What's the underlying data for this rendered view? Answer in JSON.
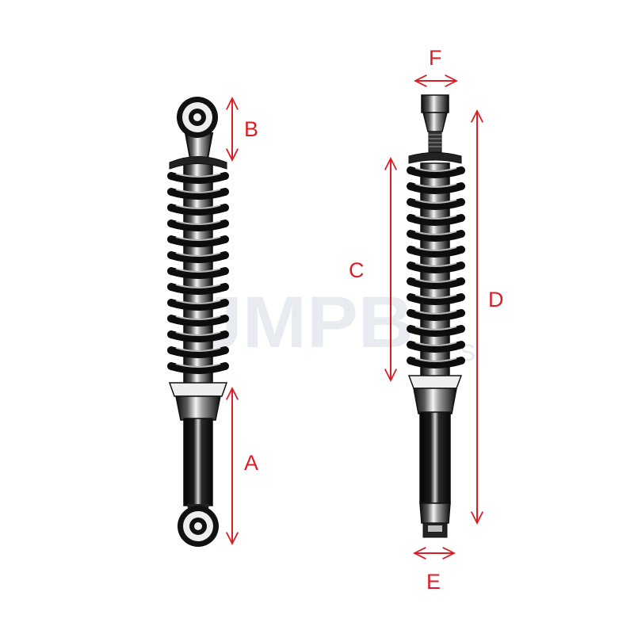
{
  "watermark": {
    "main": "JMPB",
    "sub": "S"
  },
  "labels": {
    "a": "A",
    "b": "B",
    "c": "C",
    "d": "D",
    "e": "E",
    "f": "F"
  },
  "colors": {
    "dimension": "#d91f26",
    "ink": "#111111",
    "chrome": "#f4f4f4"
  }
}
